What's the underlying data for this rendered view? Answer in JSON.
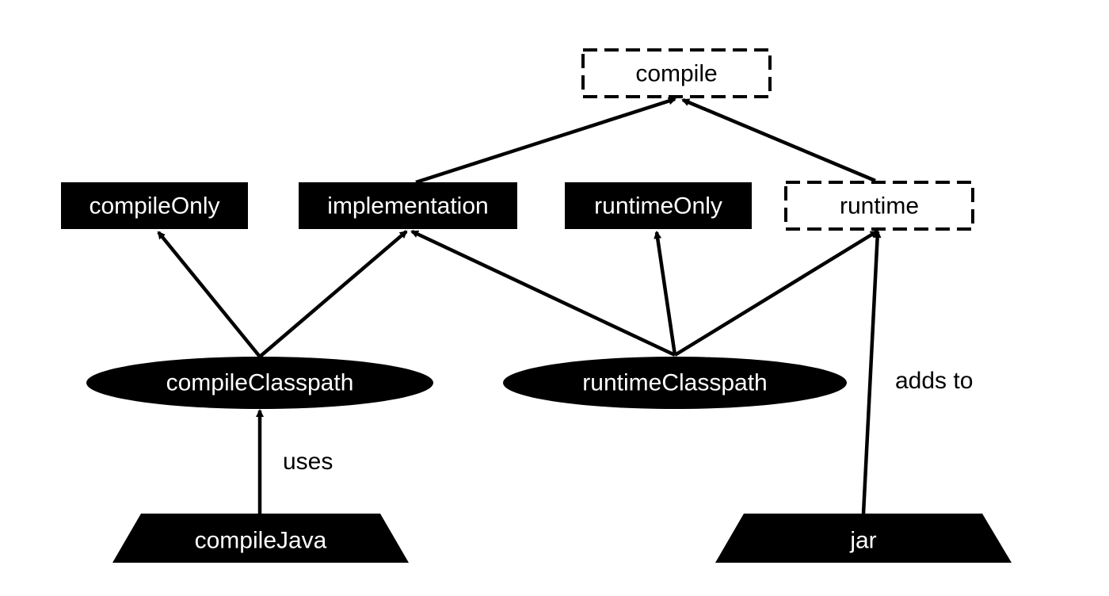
{
  "diagram": {
    "nodes": {
      "compile": "compile",
      "compile_only": "compileOnly",
      "implementation": "implementation",
      "runtime_only": "runtimeOnly",
      "runtime": "runtime",
      "compile_classpath": "compileClasspath",
      "runtime_classpath": "runtimeClasspath",
      "compile_java": "compileJava",
      "jar": "jar"
    },
    "edge_labels": {
      "uses": "uses",
      "adds_to": "adds to"
    },
    "colors": {
      "node_fill": "#000000",
      "node_text": "#ffffff",
      "deprecated_border": "#000000",
      "background": "#ffffff"
    }
  }
}
